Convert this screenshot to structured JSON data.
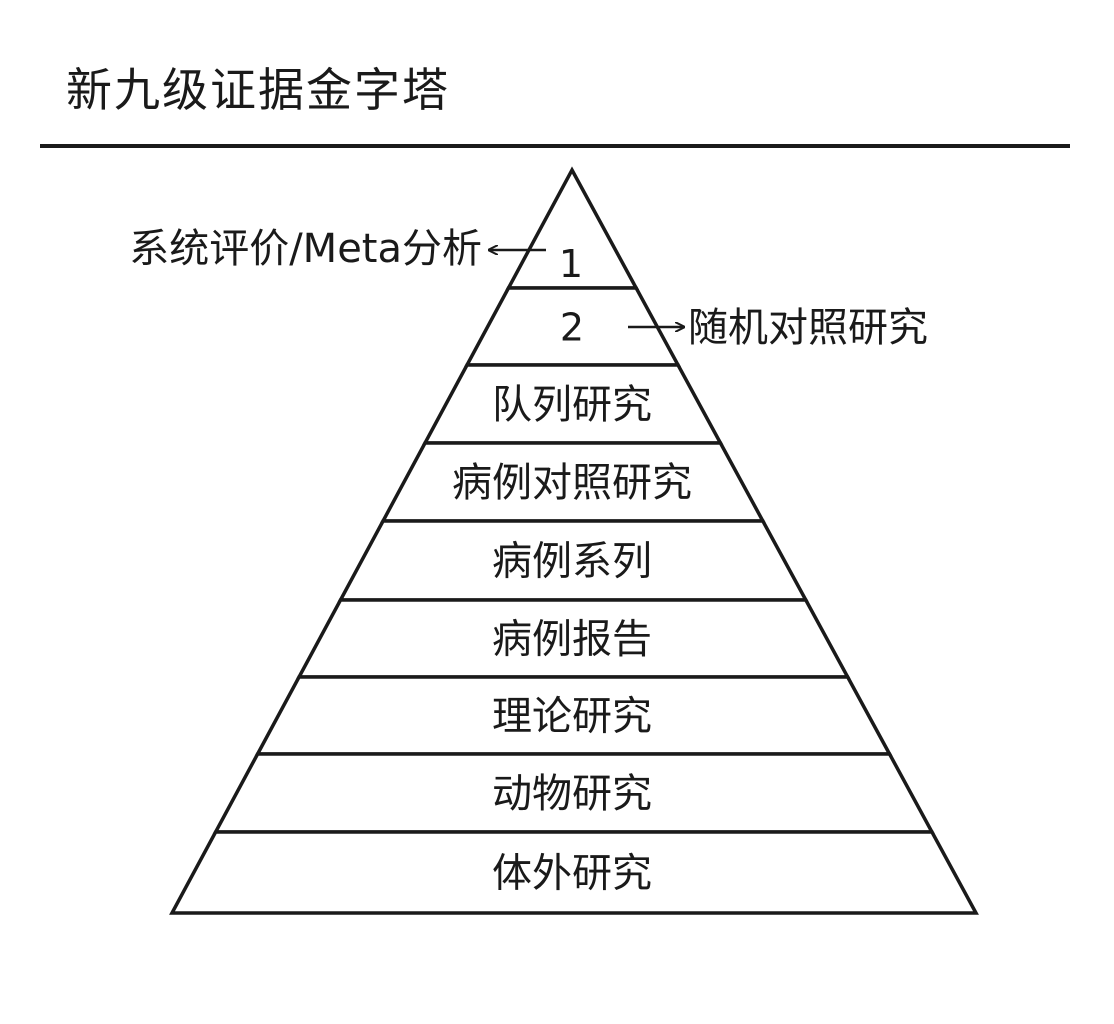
{
  "title": "新九级证据金字塔",
  "pyramid": {
    "levels": [
      {
        "rank": 1,
        "label": "1"
      },
      {
        "rank": 2,
        "label": "2"
      },
      {
        "rank": 3,
        "label": "队列研究"
      },
      {
        "rank": 4,
        "label": "病例对照研究"
      },
      {
        "rank": 5,
        "label": "病例系列"
      },
      {
        "rank": 6,
        "label": "病例报告"
      },
      {
        "rank": 7,
        "label": "理论研究"
      },
      {
        "rank": 8,
        "label": "动物研究"
      },
      {
        "rank": 9,
        "label": "体外研究"
      }
    ],
    "callouts": [
      {
        "level": 1,
        "text": "系统评价/Meta分析",
        "side": "left"
      },
      {
        "level": 2,
        "text": "随机对照研究",
        "side": "right"
      }
    ]
  },
  "colors": {
    "line": "#1a1a1a",
    "fill": "#ffffff"
  }
}
